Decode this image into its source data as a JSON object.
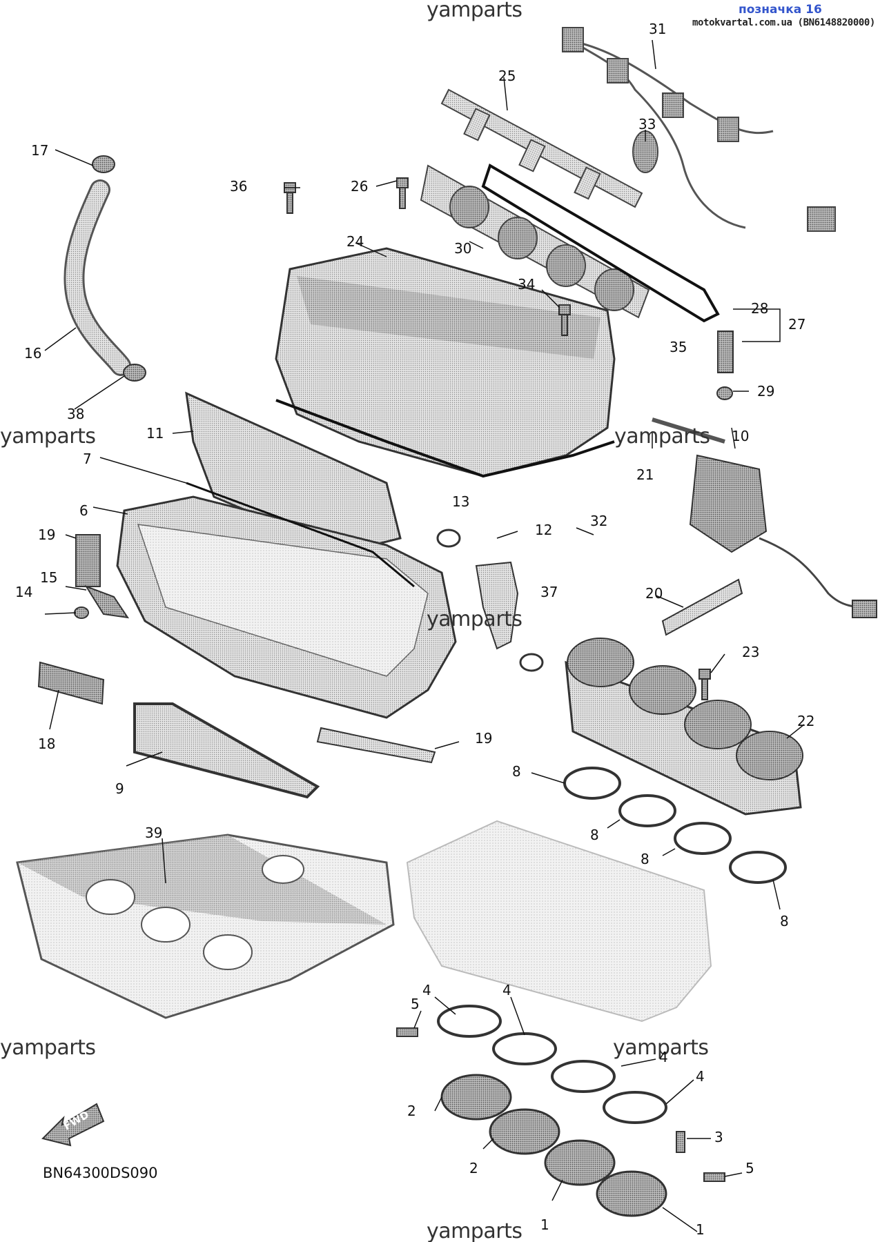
{
  "header": {
    "title": "позначка 16",
    "source": "motokvartal.com.ua (BN6148820000)"
  },
  "watermark": "yamparts",
  "diagram_code": "BN64300DS090",
  "fwd_label": "FWD",
  "labels": [
    "1",
    "1",
    "2",
    "2",
    "3",
    "4",
    "4",
    "4",
    "4",
    "5",
    "5",
    "6",
    "7",
    "8",
    "8",
    "8",
    "8",
    "9",
    "10",
    "11",
    "12",
    "13",
    "14",
    "15",
    "16",
    "17",
    "18",
    "19",
    "19",
    "20",
    "21",
    "22",
    "23",
    "24",
    "25",
    "26",
    "27",
    "28",
    "29",
    "30",
    "31",
    "32",
    "33",
    "34",
    "35",
    "36",
    "37",
    "38",
    "39"
  ]
}
